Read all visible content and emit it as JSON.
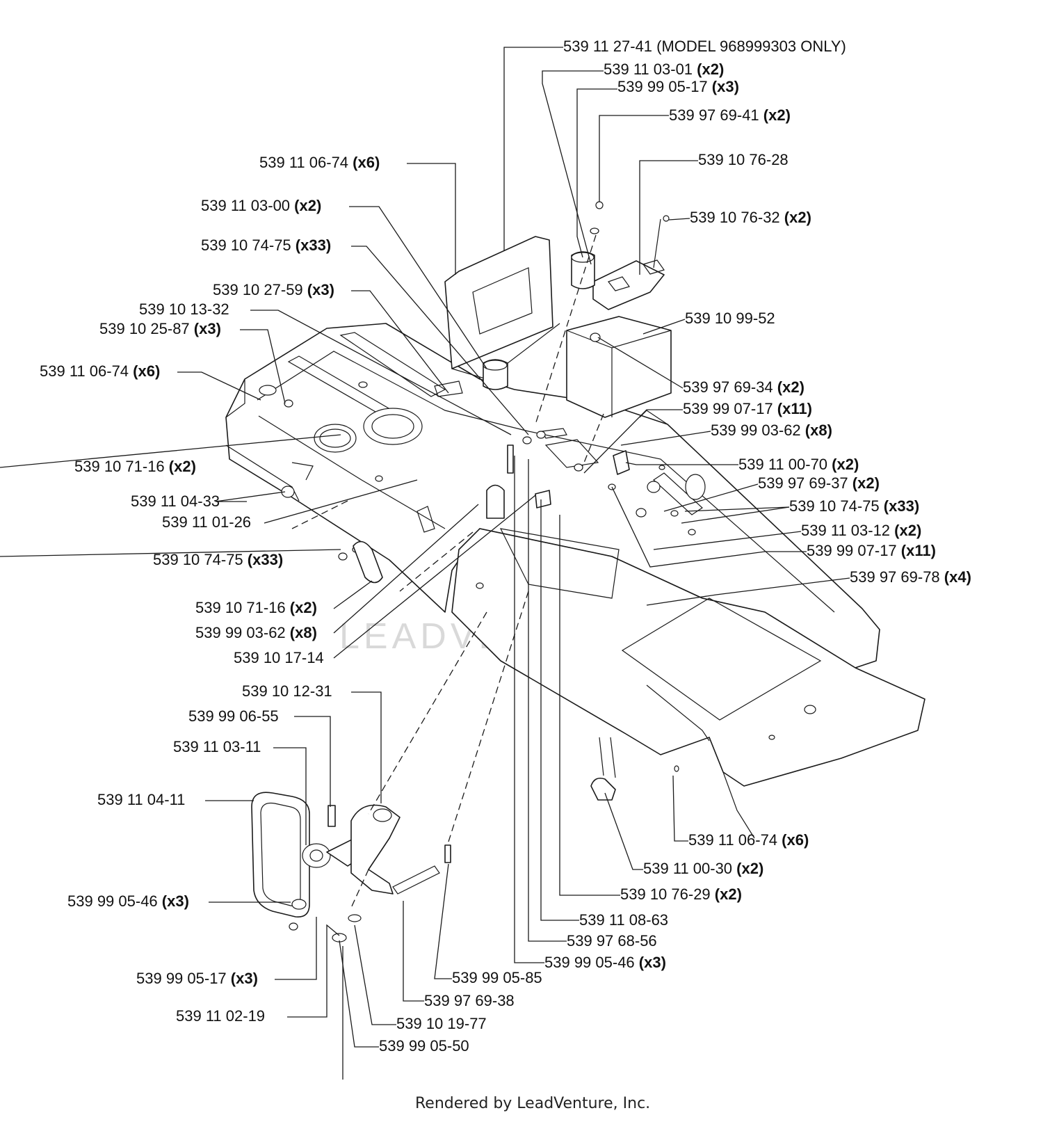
{
  "watermark": "LEADVENTURE",
  "footer": "Rendered by LeadVenture, Inc.",
  "labels": [
    {
      "id": "l01",
      "part": "539 11 27-41 (MODEL 968999303 ONLY)",
      "qty": ""
    },
    {
      "id": "l02",
      "part": "539 11 03-01 ",
      "qty": "(x2)"
    },
    {
      "id": "l03",
      "part": "539 99 05-17 ",
      "qty": "(x3)"
    },
    {
      "id": "l04",
      "part": "539 97 69-41 ",
      "qty": "(x2)"
    },
    {
      "id": "l05",
      "part": "539 10 76-28",
      "qty": ""
    },
    {
      "id": "l06",
      "part": "539 11 06-74 ",
      "qty": "(x6)"
    },
    {
      "id": "l07",
      "part": "539 11 03-00 ",
      "qty": "(x2)"
    },
    {
      "id": "l08",
      "part": "539 10 76-32 ",
      "qty": "(x2)"
    },
    {
      "id": "l09",
      "part": "539 10 74-75 ",
      "qty": "(x33)"
    },
    {
      "id": "l10",
      "part": "539 10 27-59 ",
      "qty": "(x3)"
    },
    {
      "id": "l11",
      "part": "539 10 13-32",
      "qty": ""
    },
    {
      "id": "l12",
      "part": "539 10 99-52",
      "qty": ""
    },
    {
      "id": "l13",
      "part": "539 10 25-87 ",
      "qty": "(x3)"
    },
    {
      "id": "l14",
      "part": "539 11 06-74 ",
      "qty": "(x6)"
    },
    {
      "id": "l15",
      "part": "539 97 69-34 ",
      "qty": "(x2)"
    },
    {
      "id": "l16",
      "part": "539 99 07-17 ",
      "qty": "(x11)"
    },
    {
      "id": "l17",
      "part": "539 99 03-62 ",
      "qty": "(x8)"
    },
    {
      "id": "l18",
      "part": "539 10 71-16 ",
      "qty": "(x2)"
    },
    {
      "id": "l19",
      "part": "539 11 00-70 ",
      "qty": "(x2)"
    },
    {
      "id": "l20",
      "part": "539 97 69-37 ",
      "qty": "(x2)"
    },
    {
      "id": "l21",
      "part": "539 11 04-33",
      "qty": ""
    },
    {
      "id": "l22",
      "part": "539 10 74-75 ",
      "qty": "(x33)"
    },
    {
      "id": "l23",
      "part": "539 11 01-26",
      "qty": ""
    },
    {
      "id": "l24",
      "part": "539 11 03-12 ",
      "qty": "(x2)"
    },
    {
      "id": "l25",
      "part": "539 99 07-17 ",
      "qty": "(x11)"
    },
    {
      "id": "l26",
      "part": "539 10 74-75 ",
      "qty": "(x33)"
    },
    {
      "id": "l27",
      "part": "539 97 69-78 ",
      "qty": "(x4)"
    },
    {
      "id": "l28",
      "part": "539 10 71-16 ",
      "qty": "(x2)"
    },
    {
      "id": "l29",
      "part": "539 99 03-62 ",
      "qty": "(x8)"
    },
    {
      "id": "l30",
      "part": "539 10 17-14",
      "qty": ""
    },
    {
      "id": "l31",
      "part": "539 10 12-31",
      "qty": ""
    },
    {
      "id": "l32",
      "part": "539 99 06-55",
      "qty": ""
    },
    {
      "id": "l33",
      "part": "539 11 03-11",
      "qty": ""
    },
    {
      "id": "l34",
      "part": "539 11 04-11",
      "qty": ""
    },
    {
      "id": "l35",
      "part": "539 11 06-74 ",
      "qty": "(x6)"
    },
    {
      "id": "l36",
      "part": "539 11 00-30 ",
      "qty": "(x2)"
    },
    {
      "id": "l37",
      "part": "539 10 76-29 ",
      "qty": "(x2)"
    },
    {
      "id": "l38",
      "part": "539 99 05-46 ",
      "qty": "(x3)"
    },
    {
      "id": "l39",
      "part": "539 11 08-63",
      "qty": ""
    },
    {
      "id": "l40",
      "part": "539 97 68-56",
      "qty": ""
    },
    {
      "id": "l41",
      "part": "539 99 05-46 ",
      "qty": "(x3)"
    },
    {
      "id": "l42",
      "part": "539 99 05-17 ",
      "qty": "(x3)"
    },
    {
      "id": "l43",
      "part": "539 99 05-85",
      "qty": ""
    },
    {
      "id": "l44",
      "part": "539 97 69-38",
      "qty": ""
    },
    {
      "id": "l45",
      "part": "539 11 02-19",
      "qty": ""
    },
    {
      "id": "l46",
      "part": "539 10 19-77",
      "qty": ""
    },
    {
      "id": "l47",
      "part": "539 99 05-50",
      "qty": ""
    }
  ]
}
